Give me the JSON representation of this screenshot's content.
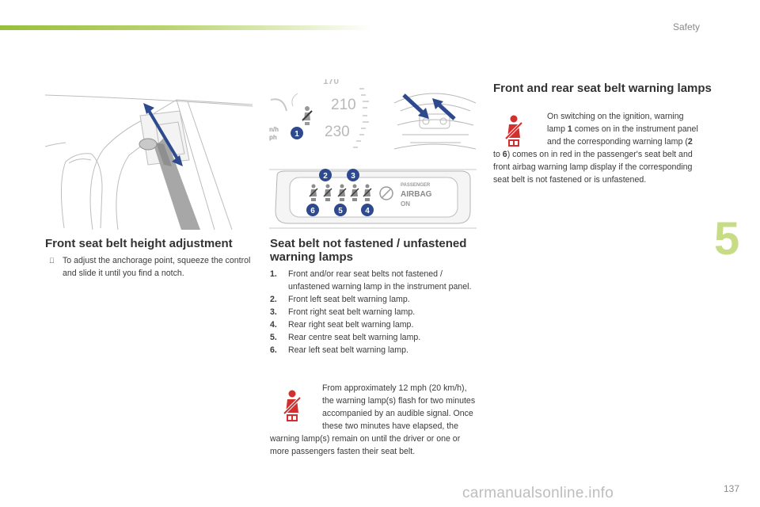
{
  "header": {
    "section": "Safety",
    "chapter": "5",
    "page": "137"
  },
  "left_column": {
    "title": "Front seat belt height adjustment",
    "bullet_symbol": "",
    "bullet_text": "To adjust the anchorage point, squeeze the control and slide it until you find a notch."
  },
  "middle_column": {
    "title": "Seat belt not fastened / unfastened warning lamps",
    "items": [
      {
        "num": "1.",
        "text": "Front and/or rear seat belts not fastened / unfastened warning lamp in the instrument panel."
      },
      {
        "num": "2.",
        "text": "Front left seat belt warning lamp."
      },
      {
        "num": "3.",
        "text": "Front right seat belt warning lamp."
      },
      {
        "num": "4.",
        "text": "Rear right seat belt warning lamp."
      },
      {
        "num": "5.",
        "text": "Rear centre seat belt warning lamp."
      },
      {
        "num": "6.",
        "text": "Rear left seat belt warning lamp."
      }
    ],
    "mph_paragraph": "From approximately 12 mph (20 km/h), the warning lamp(s) flash for two minutes accompanied by an audible signal. Once these two minutes have elapsed, the warning lamp(s) remain on until the driver or one or more passengers fasten their seat belt."
  },
  "right_column": {
    "title": "Front and rear seat belt warning lamps",
    "para_before_lamp": "On switching on the ignition, warning lamp ",
    "lamp_1": "1",
    "para_mid1": " comes on in the instrument panel and the corresponding warning lamp (",
    "lamp_2": "2",
    "para_to": " to ",
    "lamp_6": "6",
    "para_end": ") comes on in red in the passenger's seat belt and front airbag warning lamp display if the corresponding seat belt is not fastened or is unfastened."
  },
  "figures": {
    "cluster": {
      "speed_1": "210",
      "speed_2": "230",
      "unit_1": "n/h",
      "unit_2": "ph",
      "callout": "1",
      "top_number": "170"
    },
    "panel": {
      "callouts": [
        "2",
        "3",
        "6",
        "5",
        "4"
      ],
      "line1": "PASSENGER",
      "line2": "AIRBAG",
      "line3": "ON"
    }
  },
  "footer": {
    "watermark": "carmanualsonline.info"
  },
  "colors": {
    "accent_green": "#97bf3c",
    "warning_red": "#d22f2f",
    "callout_blue": "#2e4a8f"
  }
}
